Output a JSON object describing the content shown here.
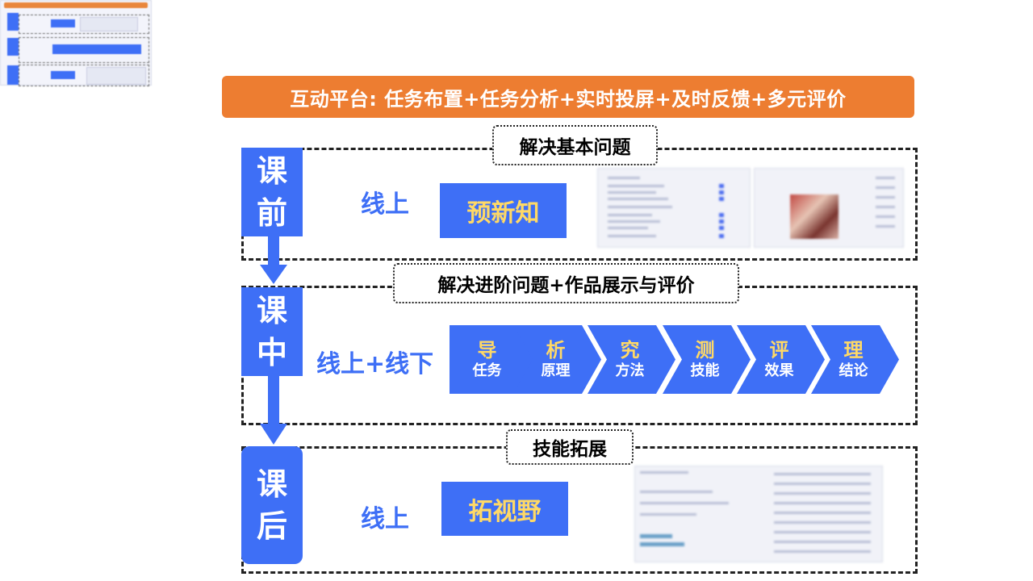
{
  "banner": "互动平台: 任务布置+任务分析+实时投屏+及时反馈+多元评价",
  "sections": {
    "before": {
      "title": "解决基本问题",
      "phase": [
        "课",
        "前"
      ],
      "mode": "线上",
      "action": "预新知"
    },
    "during": {
      "title": "解决进阶问题+作品展示与评价",
      "phase": [
        "课",
        "中"
      ],
      "mode": "线上+线下",
      "steps": [
        {
          "key": "导",
          "sub": "任务"
        },
        {
          "key": "析",
          "sub": "原理"
        },
        {
          "key": "究",
          "sub": "方法"
        },
        {
          "key": "测",
          "sub": "技能"
        },
        {
          "key": "评",
          "sub": "效果"
        },
        {
          "key": "理",
          "sub": "结论"
        }
      ]
    },
    "after": {
      "title": "技能拓展",
      "phase": [
        "课",
        "后"
      ],
      "mode": "线上",
      "action": "拓视野"
    }
  },
  "colors": {
    "accent_blue": "#3e6ff6",
    "banner_orange": "#ed7d31",
    "highlight_yellow": "#ffd966"
  }
}
